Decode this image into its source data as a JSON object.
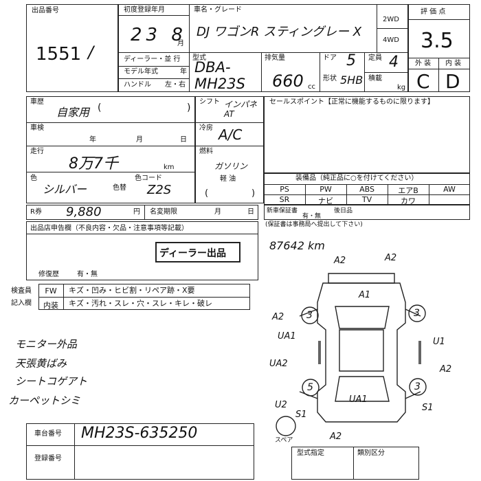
{
  "header": {
    "lot_label": "出品番号",
    "lot_number": "1551",
    "first_reg_label": "初度登録年月",
    "first_reg_value": "23 8",
    "first_reg_month": "月",
    "car_name_label": "車名・グレード",
    "car_name_value": "DJ ワゴンR スティングレー X",
    "dealer_label": "ディーラー・並 行",
    "model_year_label": "モデル年式",
    "model_year_unit": "年",
    "handle_label": "ハンドル",
    "handle_options": "左・右",
    "type_label": "型式",
    "type_value": "DBA-MH23S",
    "displacement_label": "排気量",
    "displacement_value": "660",
    "displacement_unit": "cc",
    "doors_label": "ドア",
    "doors_value": "5",
    "shape_label": "形状",
    "shape_value": "5HB",
    "capacity_label": "定員",
    "capacity_value": "4",
    "load_label": "積載",
    "load_unit": "kg",
    "drive_2wd": "2WD",
    "drive_4wd": "4WD",
    "score_label": "評 価 点",
    "score_value": "3.5",
    "ext_label": "外 装",
    "int_label": "内 装",
    "ext_value": "C",
    "int_value": "D"
  },
  "history": {
    "usage_label": "車歴",
    "usage_value": "自家用",
    "shaken_label": "車検",
    "shaken_year": "年",
    "shaken_month": "月",
    "shaken_day": "日",
    "mileage_label": "走行",
    "mileage_value": "8万7千",
    "mileage_unit": "km",
    "color_label": "色",
    "color_value": "シルバー",
    "color_change_label": "色替",
    "color_code_label": "色コード",
    "color_code_value": "Z2S",
    "shift_label": "シフト",
    "shift_options": "インパネ AT",
    "ac_label": "冷房",
    "ac_value": "A/C",
    "fuel_label": "燃料",
    "fuel_value": "ガソリン",
    "diesel_label": "軽 油",
    "sales_point_label": "セールスポイント【正常に機能するものに限ります】"
  },
  "equipment": {
    "title": "装備品（純正品に○を付けてください）",
    "row1": [
      "PS",
      "PW",
      "ABS",
      "エアB",
      "AW"
    ],
    "row2": [
      "SR",
      "ナビ",
      "TV",
      "カワ",
      ""
    ]
  },
  "recycle": {
    "r_label": "R券",
    "r_value": "9,880",
    "r_unit": "円",
    "expiry_label": "名変期限",
    "month": "月",
    "day": "日",
    "warranty_label": "新車保証書",
    "warranty_options": "有・無",
    "after_label": "後日品",
    "note": "(保証書は事務局へ提出して下さい)"
  },
  "notes": {
    "title": "出品店申告欄（不良内容・欠品・注意事項等記載）",
    "stamp": "ディーラー出品",
    "repair_label": "修復歴",
    "repair_options": "有・無",
    "mileage_note": "87642 km"
  },
  "inspection": {
    "inspector_label": "検査員",
    "entry_label": "記入欄",
    "row1_head": "FW",
    "row1": "キズ・凹み・ヒビ割・リペア跡・X要",
    "row2_head": "内装",
    "row2": "キズ・汚れ・スレ・穴・スレ・キレ・破レ",
    "handwritten": [
      "モニター外品",
      "天張黄ばみ",
      "シートコゲアト",
      "カーペットシミ"
    ]
  },
  "chassis": {
    "label": "車台番号",
    "value": "MH23S-635250",
    "reg_label": "登録番号"
  },
  "diagram": {
    "marks": [
      "A2",
      "A2",
      "A1",
      "A2",
      "3",
      "3",
      "UA1",
      "U1",
      "UA2",
      "A2",
      "5",
      "3",
      "U2",
      "UA1",
      "S1",
      "S1",
      "A2"
    ],
    "spare_label": "スペア"
  },
  "footer": {
    "type_spec_label": "型式指定",
    "class_label": "類別区分"
  }
}
